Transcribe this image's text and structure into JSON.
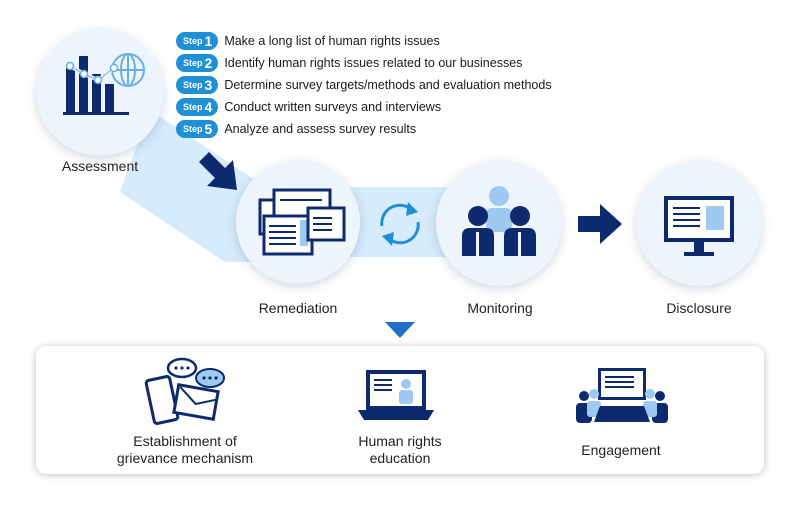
{
  "steps": [
    {
      "word": "Step",
      "num": "1",
      "text": "Make a long list of human rights issues"
    },
    {
      "word": "Step",
      "num": "2",
      "text": "Identify human rights issues related to our businesses"
    },
    {
      "word": "Step",
      "num": "3",
      "text": "Determine survey targets/methods and evaluation methods"
    },
    {
      "word": "Step",
      "num": "4",
      "text": "Conduct written surveys and interviews"
    },
    {
      "word": "Step",
      "num": "5",
      "text": "Analyze and assess survey results"
    }
  ],
  "stages": {
    "assessment": "Assessment",
    "remediation": "Remediation",
    "monitoring": "Monitoring",
    "disclosure": "Disclosure"
  },
  "panel": {
    "grievance_line1": "Establishment of",
    "grievance_line2": "grievance mechanism",
    "education_line1": "Human rights",
    "education_line2": "education",
    "engagement": "Engagement"
  },
  "colors": {
    "navy": "#0d2a6e",
    "step_blue": "#1f8fd6",
    "light_blue": "#9fc9f0",
    "band": "#d3e9fa",
    "circle_bg": "#eef4fb"
  },
  "icons": [
    "bar-chart-globe-icon",
    "documents-icon",
    "cycle-arrows-icon",
    "people-icon",
    "monitor-icon",
    "chat-envelope-phone-icon",
    "laptop-teacher-icon",
    "meeting-icon"
  ]
}
